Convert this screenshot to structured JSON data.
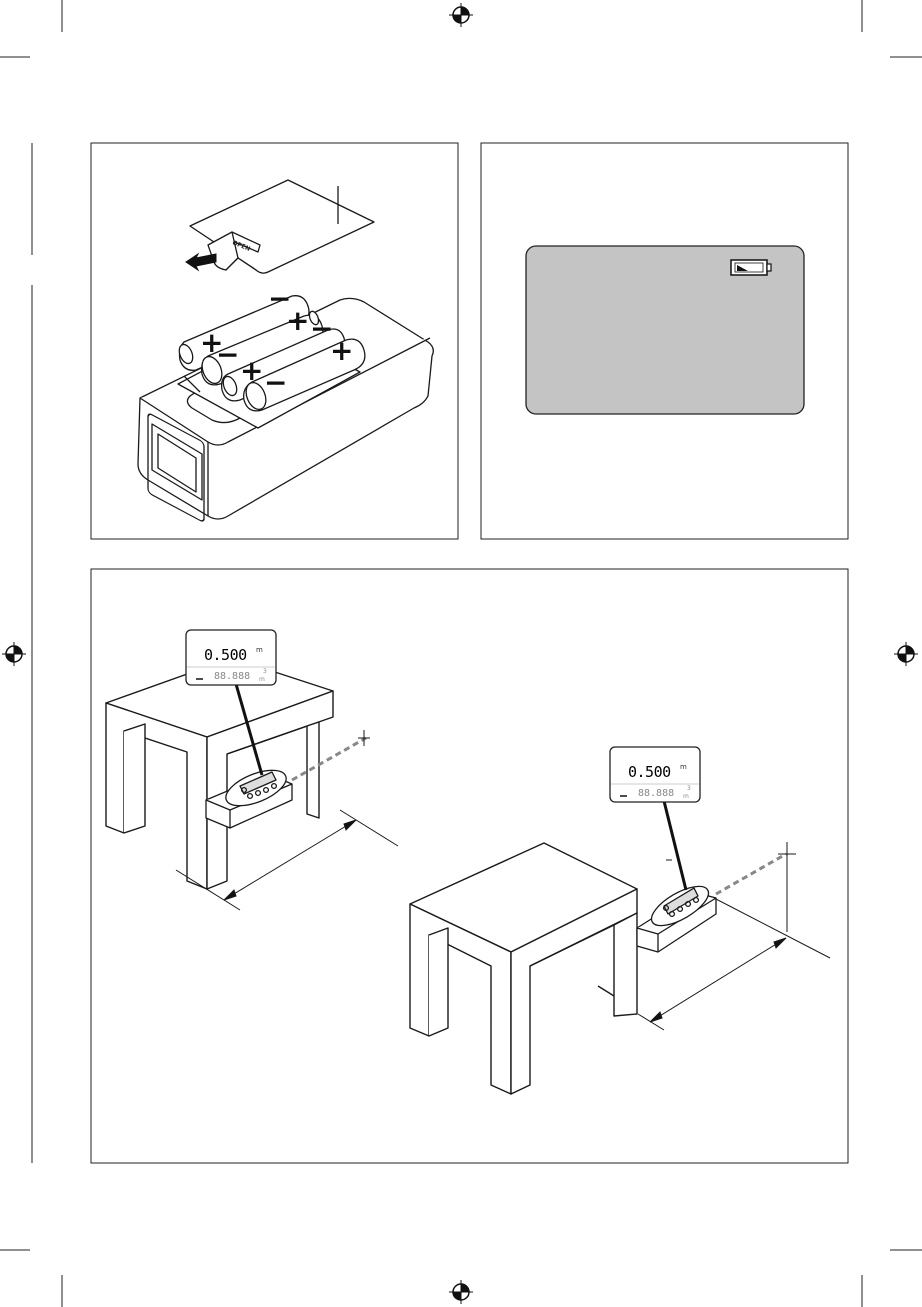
{
  "figure1": {
    "cover_label": "OPEN",
    "polarity_plus": "+",
    "polarity_minus": "−"
  },
  "display_panel": {
    "background": "#c4c4c4",
    "icon": "battery-low-icon"
  },
  "figure3": {
    "left_display": {
      "main_value": "0.500",
      "main_unit": "m",
      "secondary_value": "88.888",
      "secondary_unit": "m",
      "superscript": "3"
    },
    "right_display": {
      "main_value": "0.500",
      "main_unit": "m",
      "secondary_value": "88.888",
      "secondary_unit": "m",
      "superscript": "3"
    }
  },
  "colors": {
    "line": "#1a1a1a",
    "display_gray": "#c4c4c4",
    "laser_dash": "#888888"
  }
}
